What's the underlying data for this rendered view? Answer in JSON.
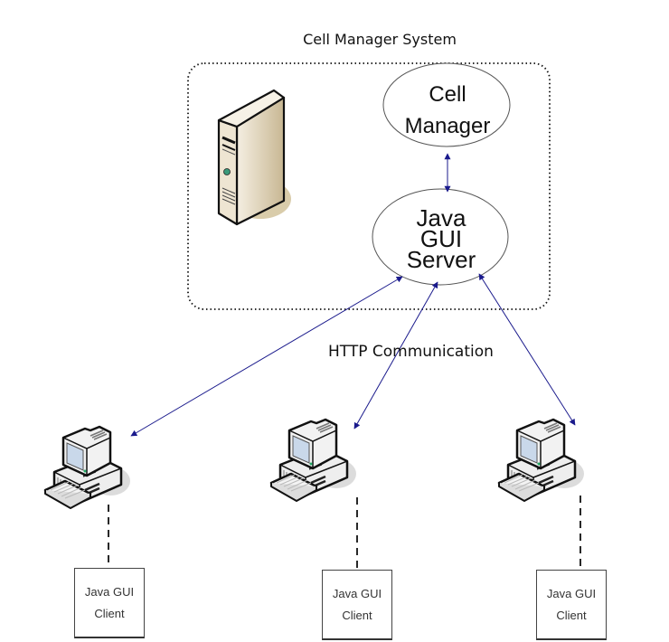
{
  "diagram": {
    "title": "Cell Manager System",
    "connection_label": "HTTP Communication",
    "colors": {
      "arrow": "#1a1a8c",
      "border": "#111111",
      "server_tower": "#e8dcc4",
      "pc": "#e9e9e9"
    },
    "nodes": {
      "cell_manager": {
        "line1": "Cell",
        "line2": "Manager"
      },
      "java_gui_server": {
        "line1": "Java",
        "line2": "GUI",
        "line3": "Server"
      }
    },
    "clients": [
      {
        "line1": "Java GUI",
        "line2": "Client"
      },
      {
        "line1": "Java GUI",
        "line2": "Client"
      },
      {
        "line1": "Java GUI",
        "line2": "Client"
      }
    ],
    "icons": {
      "server": "server-tower-icon",
      "client_pc": "desktop-computer-icon"
    }
  }
}
